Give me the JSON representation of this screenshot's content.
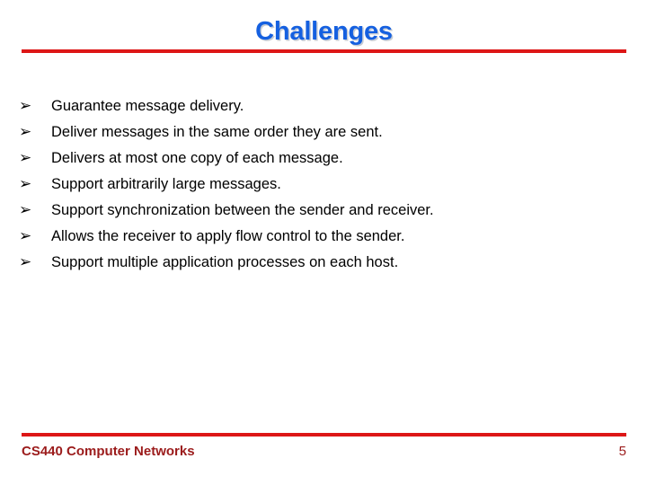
{
  "slide": {
    "title": "Challenges",
    "title_color": "#1560E0",
    "rule_color": "#DD1616",
    "background_color": "#FFFFFF",
    "body_text_color": "#000000"
  },
  "bullets": {
    "marker_glyph": "➢",
    "marker_name": "arrow-bullet-icon",
    "items": [
      {
        "text": "Guarantee message delivery."
      },
      {
        "text": "Deliver messages in the same order they are sent."
      },
      {
        "text": "Delivers at most one copy of each message."
      },
      {
        "text": "Support arbitrarily large messages."
      },
      {
        "text": "Support synchronization between the sender and receiver."
      },
      {
        "text": "Allows the receiver to apply flow control to the sender."
      },
      {
        "text": "Support multiple application processes on each host."
      }
    ]
  },
  "footer": {
    "course": "CS440 Computer Networks",
    "page_number": "5",
    "text_color": "#9B1B1B"
  }
}
